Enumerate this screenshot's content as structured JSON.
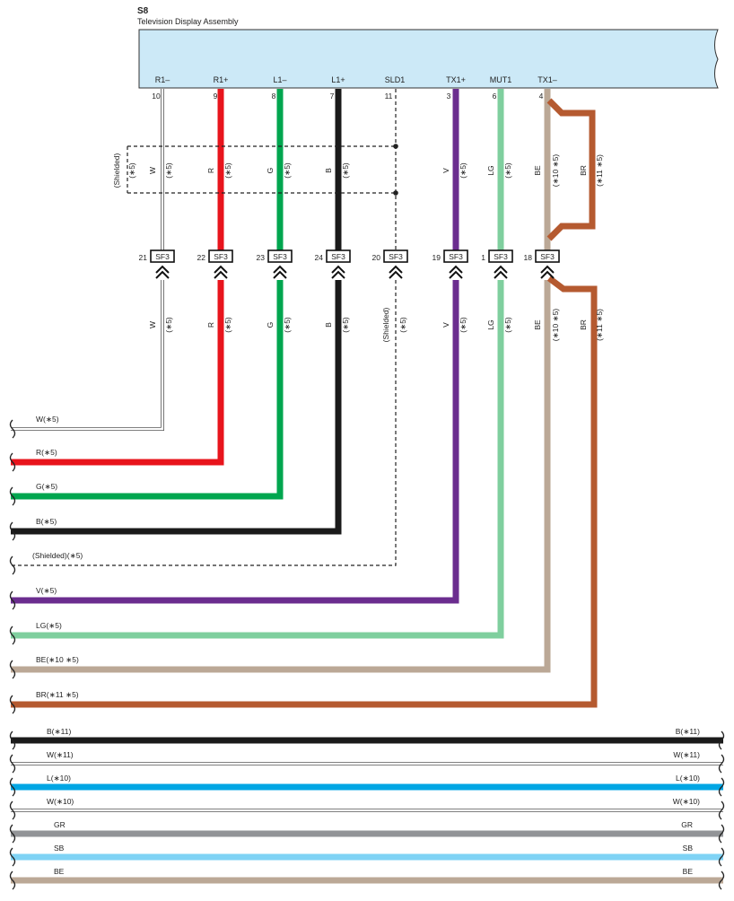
{
  "assembly": {
    "code": "S8",
    "name": "Television Display Assembly"
  },
  "pins": [
    {
      "label": "R1–",
      "num": "10"
    },
    {
      "label": "R1+",
      "num": "9"
    },
    {
      "label": "L1–",
      "num": "8"
    },
    {
      "label": "L1+",
      "num": "7"
    },
    {
      "label": "SLD1",
      "num": "11"
    },
    {
      "label": "TX1+",
      "num": "3"
    },
    {
      "label": "MUT1",
      "num": "6"
    },
    {
      "label": "TX1–",
      "num": "4"
    }
  ],
  "connector_code": "SF3",
  "connectors": [
    {
      "num": "21"
    },
    {
      "num": "22"
    },
    {
      "num": "23"
    },
    {
      "num": "24"
    },
    {
      "num": "20"
    },
    {
      "num": "19"
    },
    {
      "num": "1"
    },
    {
      "num": "18"
    }
  ],
  "upper_labels": [
    {
      "color": "W",
      "note": "(∗5)"
    },
    {
      "color": "R",
      "note": "(∗5)"
    },
    {
      "color": "G",
      "note": "(∗5)"
    },
    {
      "color": "B",
      "note": "(∗5)"
    },
    {
      "color": "V",
      "note": "(∗5)"
    },
    {
      "color": "LG",
      "note": "(∗5)"
    },
    {
      "color": "BE",
      "note": "(∗10 ∗5)"
    },
    {
      "color": "BR",
      "note": "(∗11 ∗5)"
    }
  ],
  "upper_shield": {
    "label": "(Shielded)",
    "note": "(∗5)"
  },
  "lower_labels": [
    {
      "color": "W",
      "note": "(∗5)"
    },
    {
      "color": "R",
      "note": "(∗5)"
    },
    {
      "color": "G",
      "note": "(∗5)"
    },
    {
      "color": "B",
      "note": "(∗5)"
    },
    {
      "shield": "(Shielded)",
      "note": "(∗5)"
    },
    {
      "color": "V",
      "note": "(∗5)"
    },
    {
      "color": "LG",
      "note": "(∗5)"
    },
    {
      "color": "BE",
      "note": "(∗10 ∗5)"
    },
    {
      "color": "BR",
      "note": "(∗11 ∗5)"
    }
  ],
  "wire_colors": {
    "W": "#ffffff",
    "R": "#e8141c",
    "G": "#00a64f",
    "B": "#1a1a1a",
    "V": "#6b2d8f",
    "LG": "#7fcf9e",
    "BE": "#bba896",
    "BR": "#b55a30",
    "L": "#00a6e4",
    "GR": "#929497",
    "SB": "#7fd3f5",
    "box": "#cce9f7"
  },
  "bus_labels": [
    "W(∗5)",
    "R(∗5)",
    "G(∗5)",
    "B(∗5)",
    "(Shielded)(∗5)",
    "V(∗5)",
    "LG(∗5)",
    "BE(∗10 ∗5)",
    "BR(∗11 ∗5)"
  ],
  "through_wires": [
    {
      "left": "B(∗11)",
      "right": "B(∗11)"
    },
    {
      "left": "W(∗11)",
      "right": "W(∗11)"
    },
    {
      "left": "L(∗10)",
      "right": "L(∗10)"
    },
    {
      "left": "W(∗10)",
      "right": "W(∗10)"
    },
    {
      "left": "GR",
      "right": "GR"
    },
    {
      "left": "SB",
      "right": "SB"
    },
    {
      "left": "BE",
      "right": "BE"
    }
  ]
}
